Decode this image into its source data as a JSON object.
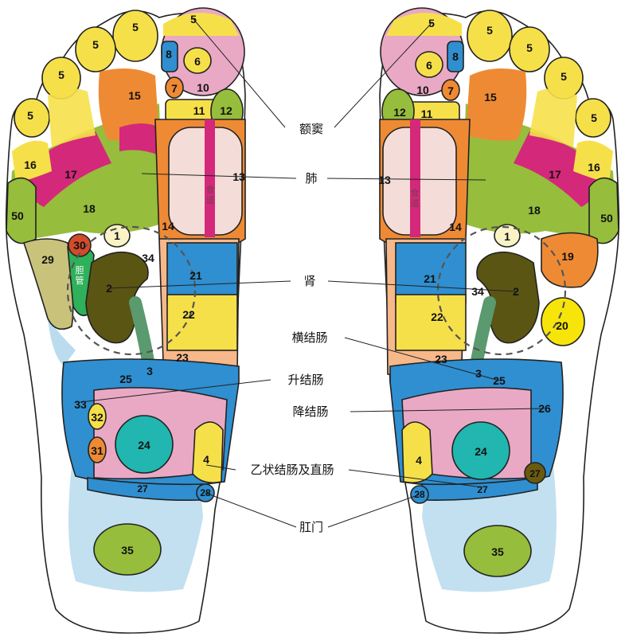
{
  "labels": {
    "sinus": "额窦",
    "lung": "肺",
    "kidney": "肾",
    "transverse_colon": "横结肠",
    "ascending_colon": "升结肠",
    "descending_colon": "降结肠",
    "sigmoid_rectum": "乙状结肠及直肠",
    "anus": "肛门",
    "esophagus": "食道",
    "gallbladder_duct": "胆管"
  },
  "zone_numbers": {
    "n1": "1",
    "n2": "2",
    "n3": "3",
    "n4": "4",
    "n5": "5",
    "n6": "6",
    "n7": "7",
    "n8": "8",
    "n10": "10",
    "n11": "11",
    "n12": "12",
    "n13": "13",
    "n14": "14",
    "n15": "15",
    "n16": "16",
    "n17": "17",
    "n18": "18",
    "n19": "19",
    "n20": "20",
    "n21": "21",
    "n22": "22",
    "n23": "23",
    "n24": "24",
    "n25": "25",
    "n26": "26",
    "n27": "27",
    "n28": "28",
    "n29": "29",
    "n30": "30",
    "n31": "31",
    "n32": "32",
    "n33": "33",
    "n34": "34",
    "n35": "35",
    "n50": "50"
  },
  "colors": {
    "yellow": "#f6e04a",
    "pink": "#e9a9c4",
    "orange": "#ef8a34",
    "green": "#96bd3c",
    "magenta": "#d4287a",
    "blue": "#2f8fd0",
    "light_blue": "#a9d3ea",
    "olive": "#5b5514",
    "teal": "#21b6b0",
    "peach": "#f7b88a",
    "khaki": "#c9c27a",
    "dark_green": "#5a9a6e",
    "red": "#d44b2a"
  }
}
